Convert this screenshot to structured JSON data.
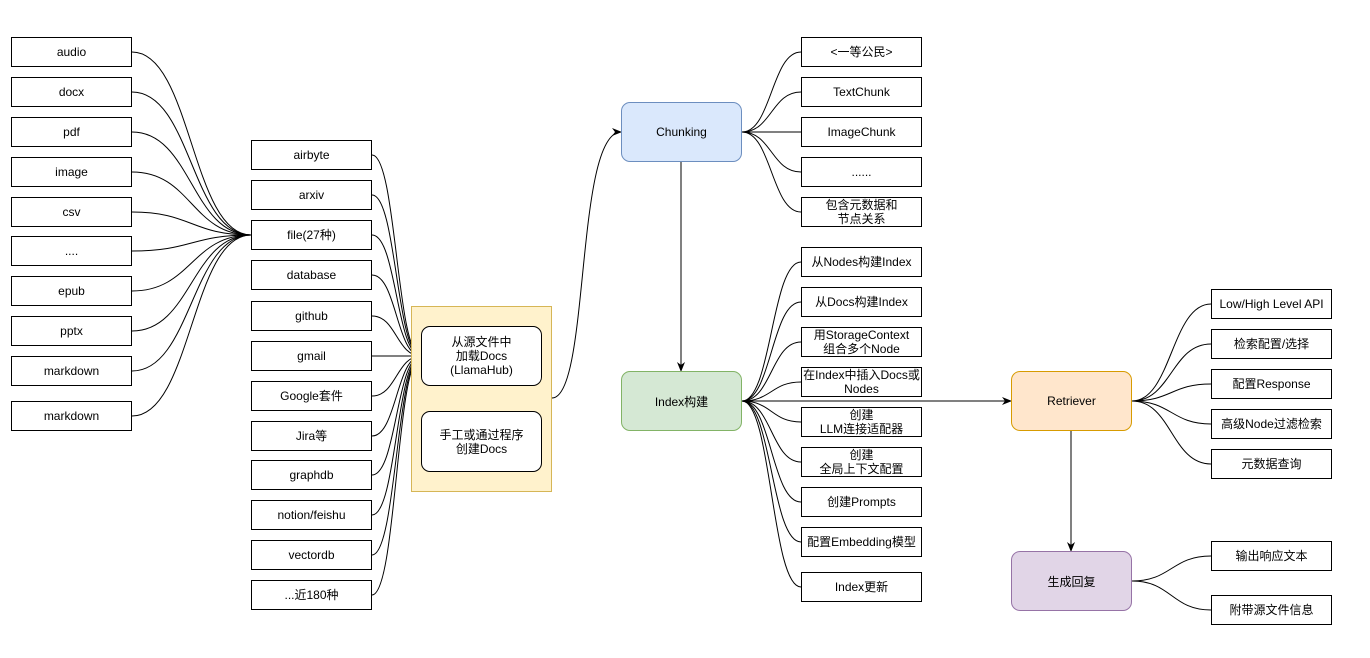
{
  "file_types": [
    "audio",
    "docx",
    "pdf",
    "image",
    "csv",
    "....",
    "epub",
    "pptx",
    "markdown",
    "markdown"
  ],
  "loaders": [
    "airbyte",
    "arxiv",
    "file(27种)",
    "database",
    "github",
    "gmail",
    "Google套件",
    "Jira等",
    "graphdb",
    "notion/feishu",
    "vectordb",
    "...近180种"
  ],
  "docs_group": {
    "load_docs": "从源文件中\n加载Docs\n(LlamaHub)",
    "create_docs": "手工或通过程序\n创建Docs",
    "fill_color": "#fff2cc",
    "border_color": "#d6b656"
  },
  "chunking": {
    "label": "Chunking",
    "fill_color": "#dae8fc",
    "border_color": "#6c8ebf",
    "children": [
      "<一等公民>",
      "TextChunk",
      "ImageChunk",
      "......",
      "包含元数据和\n节点关系"
    ]
  },
  "index": {
    "label": "Index构建",
    "fill_color": "#d5e8d4",
    "border_color": "#82b366",
    "children": [
      "从Nodes构建Index",
      "从Docs构建Index",
      "用StorageContext\n组合多个Node",
      "在Index中插入Docs或\nNodes",
      "创建\nLLM连接适配器",
      "创建\n全局上下文配置",
      "创建Prompts",
      "配置Embedding模型",
      "Index更新"
    ]
  },
  "retriever": {
    "label": "Retriever",
    "fill_color": "#ffe6cc",
    "border_color": "#d79b00",
    "children": [
      "Low/High Level API",
      "检索配置/选择",
      "配置Response",
      "高级Node过滤检索",
      "元数据查询"
    ]
  },
  "response": {
    "label": "生成回复",
    "fill_color": "#e1d5e7",
    "border_color": "#9673a6",
    "children": [
      "输出响应文本",
      "附带源文件信息"
    ]
  }
}
